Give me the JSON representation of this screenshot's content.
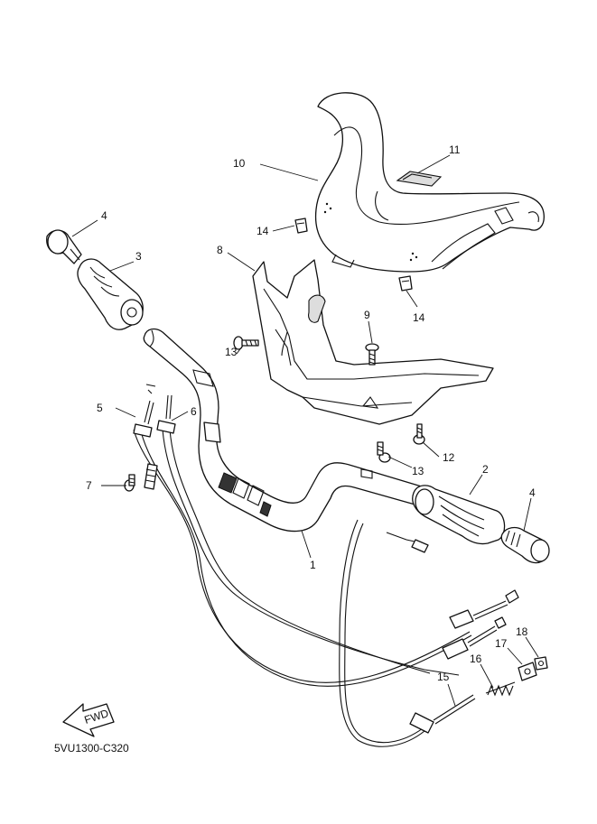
{
  "callouts": [
    {
      "id": "c1",
      "text": "1"
    },
    {
      "id": "c2",
      "text": "2"
    },
    {
      "id": "c3",
      "text": "3"
    },
    {
      "id": "c4a",
      "text": "4"
    },
    {
      "id": "c4b",
      "text": "4"
    },
    {
      "id": "c5",
      "text": "5"
    },
    {
      "id": "c6",
      "text": "6"
    },
    {
      "id": "c7",
      "text": "7"
    },
    {
      "id": "c8",
      "text": "8"
    },
    {
      "id": "c9",
      "text": "9"
    },
    {
      "id": "c10",
      "text": "10"
    },
    {
      "id": "c11",
      "text": "11"
    },
    {
      "id": "c12",
      "text": "12"
    },
    {
      "id": "c13a",
      "text": "13"
    },
    {
      "id": "c13b",
      "text": "13"
    },
    {
      "id": "c14a",
      "text": "14"
    },
    {
      "id": "c14b",
      "text": "14"
    },
    {
      "id": "c15",
      "text": "15"
    },
    {
      "id": "c16",
      "text": "16"
    },
    {
      "id": "c17",
      "text": "17"
    },
    {
      "id": "c18",
      "text": "18"
    }
  ],
  "fwd_label": "FWD",
  "diagram_code": "5VU1300-C320"
}
